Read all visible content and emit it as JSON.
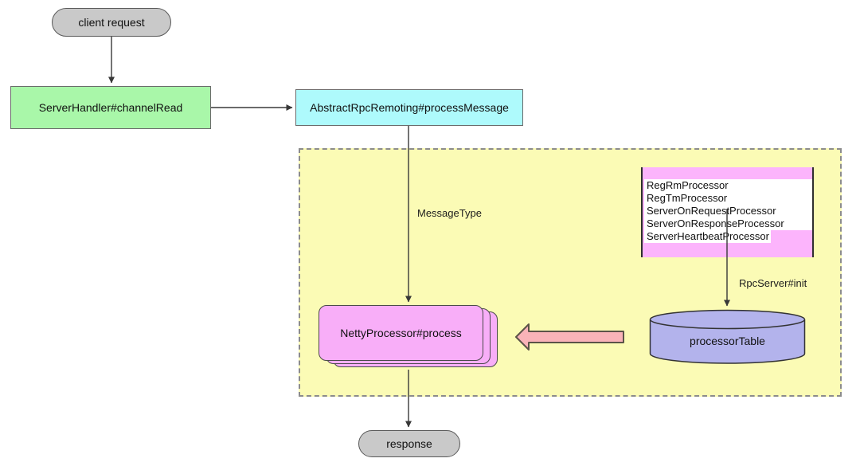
{
  "diagram": {
    "background": "#ffffff",
    "nodes": {
      "client_request": {
        "label": "client request",
        "shape": "terminator",
        "fill": "#c9c9c9"
      },
      "server_handler": {
        "label": "ServerHandler#channelRead",
        "shape": "rect",
        "fill": "#a9f7a9"
      },
      "abstract_rpc_remoting": {
        "label": "AbstractRpcRemoting#processMessage",
        "shape": "rect",
        "fill": "#aefafc"
      },
      "netty_processor": {
        "label": "NettyProcessor#process",
        "shape": "stacked-rounded-rect",
        "fill": "#f8aef8"
      },
      "processor_table": {
        "label": "processorTable",
        "shape": "cylinder",
        "fill": "#b3b3ec"
      },
      "response": {
        "label": "response",
        "shape": "terminator",
        "fill": "#c9c9c9"
      }
    },
    "processor_list": {
      "fill": "#fcb4fc",
      "items": [
        "RegRmProcessor",
        "RegTmProcessor",
        "ServerOnRequestProcessor",
        "ServerOnResponseProcessor",
        "ServerHeartbeatProcessor"
      ]
    },
    "edge_labels": {
      "message_type": "MessageType",
      "rpc_server_init": "RpcServer#init"
    },
    "container": {
      "fill": "#fbfbb5",
      "border_style": "dashed"
    },
    "block_arrow": {
      "fill": "#f9b3b8",
      "direction": "left"
    },
    "line_color": "#383838"
  }
}
